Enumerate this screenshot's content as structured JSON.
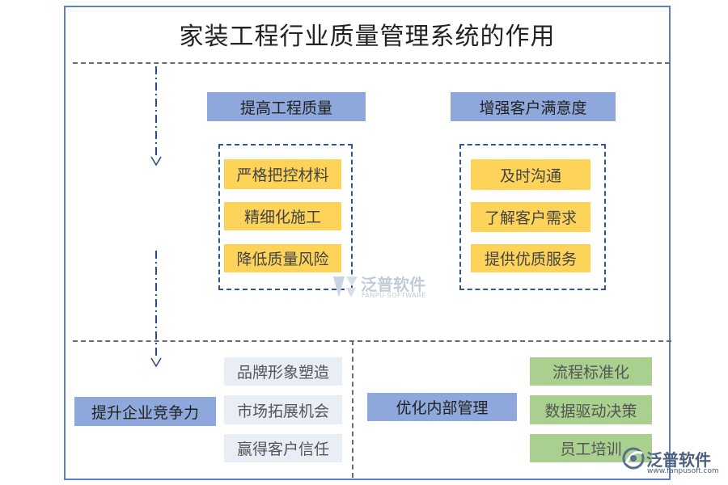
{
  "title": "家装工程行业质量管理系统的作用",
  "top": {
    "left_category": "提高工程质量",
    "left_items": [
      "严格把控材料",
      "精细化施工",
      "降低质量风险"
    ],
    "right_category": "增强客户满意度",
    "right_items": [
      "及时沟通",
      "了解客户需求",
      "提供优质服务"
    ]
  },
  "bottom": {
    "left_category": "提升企业竞争力",
    "left_items": [
      "品牌形象塑造",
      "市场拓展机会",
      "赢得客户信任"
    ],
    "right_category": "优化内部管理",
    "right_items": [
      "流程标准化",
      "数据驱动决策",
      "员工培训"
    ]
  },
  "watermark": {
    "center_cn": "泛普软件",
    "center_en": "FANPU SOFTWARE",
    "corner_cn": "泛普软件",
    "corner_url": "www.fanpusoft.com"
  },
  "colors": {
    "frame": "#5b7fc4",
    "category": "#8fa8db",
    "yellow_item": "#fdd35a",
    "grey_item": "#e9eef6",
    "green_item": "#a9d08e"
  }
}
